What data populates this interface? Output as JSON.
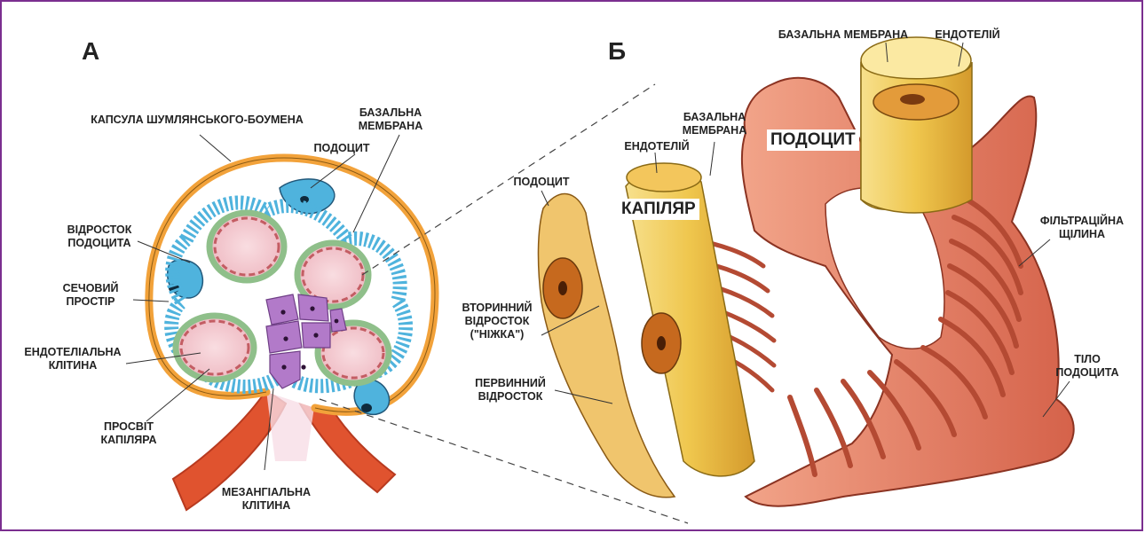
{
  "panel_a": {
    "letter": "А",
    "labels": {
      "capsule": "КАПСУЛА ШУМЛЯНСЬКОГО-БОУМЕНА",
      "basal_membrane": "БАЗАЛЬНА\nМЕМБРАНА",
      "podocyte": "ПОДОЦИТ",
      "podocyte_process": "ВІДРОСТОК\nПОДОЦИТА",
      "urinary_space": "СЕЧОВИЙ\nПРОСТІР",
      "endothelial_cell": "ЕНДОТЕЛІАЛЬНА\nКЛІТИНА",
      "capillary_lumen": "ПРОСВІТ\nКАПІЛЯРА",
      "mesangial_cell": "МЕЗАНГІАЛЬНА\nКЛІТИНА"
    }
  },
  "panel_b": {
    "letter": "Б",
    "labels": {
      "basal_membrane_top": "БАЗАЛЬНА МЕМБРАНА",
      "endothelium_top": "ЕНДОТЕЛІЙ",
      "basal_membrane": "БАЗАЛЬНА\nМЕМБРАНА",
      "endothelium": "ЕНДОТЕЛІЙ",
      "podocyte_left": "ПОДОЦИТ",
      "podocyte_boxed": "ПОДОЦИТ",
      "capillary_boxed": "КАПІЛЯР",
      "secondary_process": "ВТОРИННИЙ\nВІДРОСТОК\n(\"НІЖКА\")",
      "primary_process": "ПЕРВИННИЙ\nВІДРОСТОК",
      "filtration_slit": "ФІЛЬТРАЦІЙНА\nЩІЛИНА",
      "podocyte_body": "ТІЛО\nПОДОЦИТА"
    }
  },
  "colors": {
    "frame": "#7a2e8f",
    "capsule": "#f2a23a",
    "podocyte": "#4fb3dd",
    "basal_membrane": "#8fbf8a",
    "capillary_lumen": "#f4c9cf",
    "mesangium": "#b27ac9",
    "arteriole": "#e0532f",
    "podocyte_3d": "#e7866a",
    "capillary_3d": "#f3d16a"
  }
}
